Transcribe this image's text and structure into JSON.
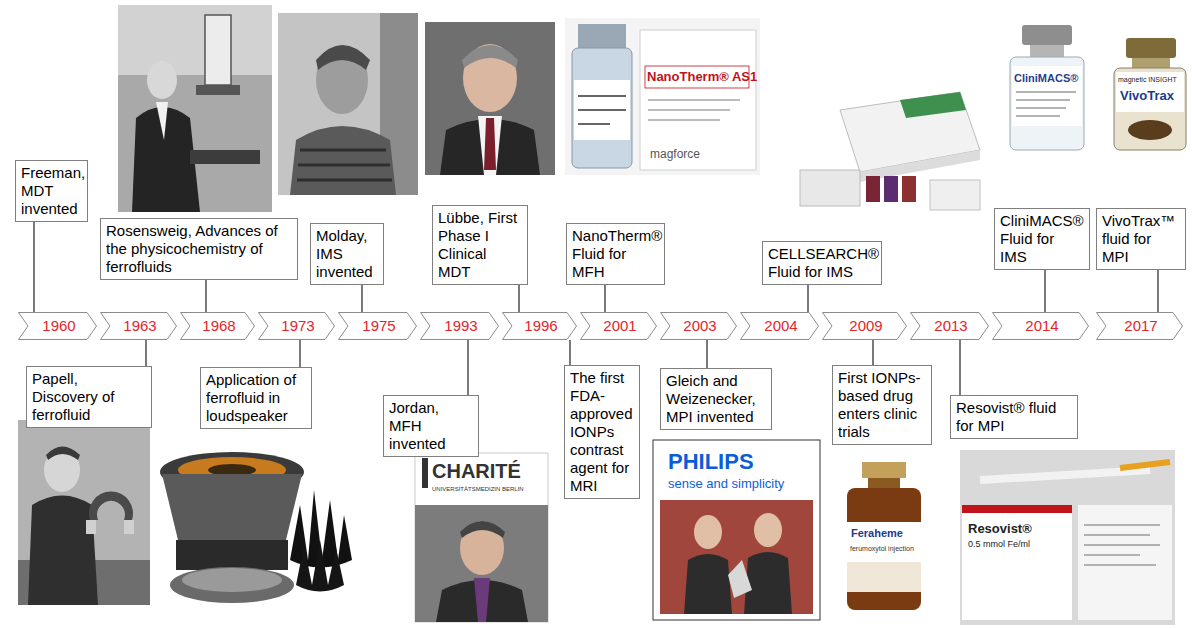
{
  "diagram": {
    "nodes": [
      {
        "text": [
          "1960"
        ]
      },
      {
        "text": [
          "1963"
        ]
      },
      {
        "text": [
          "1968"
        ]
      },
      {
        "text": [
          "1973"
        ]
      },
      {
        "text": [
          "1975"
        ]
      },
      {
        "text": [
          "1993"
        ]
      },
      {
        "text": [
          "1996"
        ]
      },
      {
        "text": [
          "2001"
        ]
      },
      {
        "text": [
          "2003"
        ]
      },
      {
        "text": [
          "2004"
        ]
      },
      {
        "text": [
          "2009"
        ]
      },
      {
        "text": [
          "2013"
        ]
      },
      {
        "text": [
          "2014"
        ]
      },
      {
        "text": [
          "2017"
        ]
      },
      {
        "text": [
          "Freeman, MDT invented"
        ]
      },
      {
        "text": [
          "Papell, Discovery of ferrofluid"
        ]
      },
      {
        "text": [
          "Rosensweig, Advances of the physicochemistry of ferrofluids"
        ]
      },
      {
        "text": [
          "Application of ferrofluid in loudspeaker"
        ]
      },
      {
        "text": [
          "Molday, IMS invented"
        ]
      },
      {
        "text": [
          "Jordan, MFH invented"
        ]
      },
      {
        "text": [
          "Lübbe, First Phase I Clinical MDT"
        ]
      },
      {
        "text": [
          "The first FDA-approved IONPs contrast agent for MRI"
        ]
      },
      {
        "text": [
          "NanoTherm® Fluid for MFH"
        ]
      },
      {
        "text": [
          "Gleich and Weizenecker, MPI invented"
        ]
      },
      {
        "text": [
          "CELLSEARCH® Fluid for IMS"
        ]
      },
      {
        "text": [
          "First IONPs-based drug enters clinic trials"
        ]
      },
      {
        "text": [
          "Resovist® fluid for MPI"
        ]
      },
      {
        "text": [
          "CliniMACS® Fluid for IMS"
        ]
      },
      {
        "text": [
          "VivoTrax™ fluid for MPI"
        ]
      }
    ],
    "edges": [
      {
        "from": 14,
        "to": 0,
        "arrow": "none"
      },
      {
        "from": 15,
        "to": 1,
        "arrow": "none"
      },
      {
        "from": 16,
        "to": 2,
        "arrow": "none"
      },
      {
        "from": 17,
        "to": 3,
        "arrow": "none"
      },
      {
        "from": 18,
        "to": 4,
        "arrow": "none"
      },
      {
        "from": 19,
        "to": 5,
        "arrow": "none"
      },
      {
        "from": 20,
        "to": 6,
        "arrow": "none"
      },
      {
        "from": 21,
        "to": 6,
        "arrow": "none"
      },
      {
        "from": 22,
        "to": 7,
        "arrow": "none"
      },
      {
        "from": 23,
        "to": 8,
        "arrow": "none"
      },
      {
        "from": 24,
        "to": 9,
        "arrow": "none"
      },
      {
        "from": 25,
        "to": 10,
        "arrow": "none"
      },
      {
        "from": 26,
        "to": 11,
        "arrow": "none"
      },
      {
        "from": 27,
        "to": 12,
        "arrow": "none"
      },
      {
        "from": 28,
        "to": 13,
        "arrow": "none"
      }
    ],
    "labels": [
      "NanoTherm® AS1",
      "magforce",
      "CliniMACS®",
      "magnetic INSIGHT",
      "VivoTrax",
      "CHARITÉ",
      "UNIVERSITÄTSMEDIZIN BERLIN",
      "PHILIPS",
      "sense and simplicity",
      "Feraheme",
      "ferumoxytol injection",
      "Resovist®",
      "0.5 mmol Fe/ml"
    ]
  }
}
